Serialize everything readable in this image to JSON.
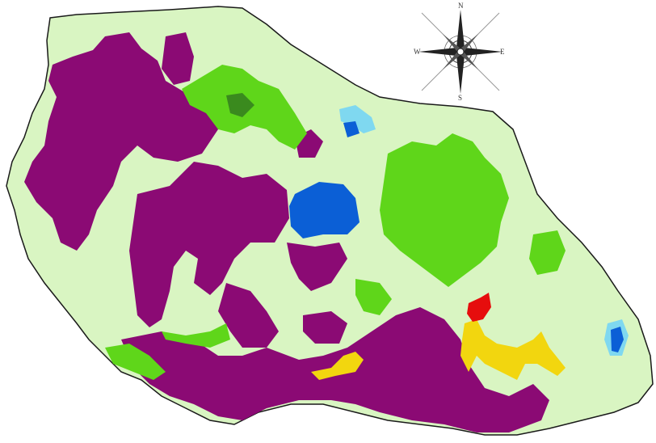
{
  "compass": {
    "north": "N",
    "south": "S",
    "east": "E",
    "west": "W",
    "icon": "compass-rose-icon"
  },
  "colors": {
    "background": "#ffffff",
    "land": "#d9f5c2",
    "border": "#1a1a1a",
    "purple_zone": "#8b0a74",
    "green_zone": "#5fd61a",
    "dark_green_zone": "#3a8a1e",
    "water_blue": "#0b5fd6",
    "water_light": "#7fd8f0",
    "yellow_zone": "#f2d60f",
    "red_zone": "#e60d0d"
  }
}
